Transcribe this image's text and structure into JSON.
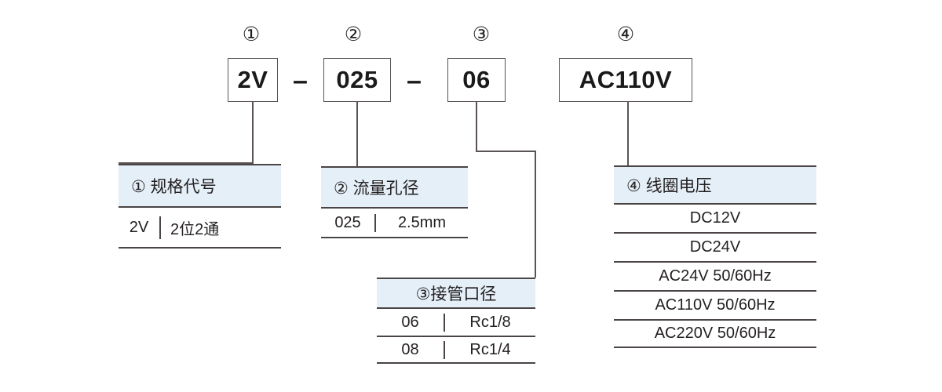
{
  "diagram": {
    "title": "Model code breakdown",
    "accent_header_color": "#e4eff8",
    "line_color": "#5a5353"
  },
  "code_line": {
    "markers": [
      {
        "name": "marker-1",
        "glyph": "①"
      },
      {
        "name": "marker-2",
        "glyph": "②"
      },
      {
        "name": "marker-3",
        "glyph": "③"
      },
      {
        "name": "marker-4",
        "glyph": "④"
      }
    ],
    "segments": [
      {
        "name": "segment-1",
        "value": "2V"
      },
      {
        "name": "segment-2",
        "value": "025"
      },
      {
        "name": "segment-3",
        "value": "06"
      },
      {
        "name": "segment-4",
        "value": "AC110V"
      }
    ],
    "separators": [
      {
        "name": "separator-1",
        "glyph": "–"
      },
      {
        "name": "separator-2",
        "glyph": "–"
      }
    ]
  },
  "legends": [
    {
      "id": "legend-1",
      "marker": "①",
      "header": "①  规格代号",
      "rows": [
        {
          "code": "2V",
          "desc": "2位2通"
        }
      ]
    },
    {
      "id": "legend-2",
      "marker": "②",
      "header": "②  流量孔径",
      "rows": [
        {
          "code": "025",
          "desc": "2.5mm"
        }
      ]
    },
    {
      "id": "legend-3",
      "marker": "③",
      "header": "③接管口径",
      "rows": [
        {
          "code": "06",
          "desc": "Rc1/8"
        },
        {
          "code": "08",
          "desc": "Rc1/4"
        }
      ]
    },
    {
      "id": "legend-4",
      "marker": "④",
      "header": "④  线圈电压",
      "rows": [
        {
          "desc": "DC12V"
        },
        {
          "desc": "DC24V"
        },
        {
          "desc": "AC24V  50/60Hz"
        },
        {
          "desc": "AC110V  50/60Hz"
        },
        {
          "desc": "AC220V  50/60Hz"
        }
      ]
    }
  ]
}
